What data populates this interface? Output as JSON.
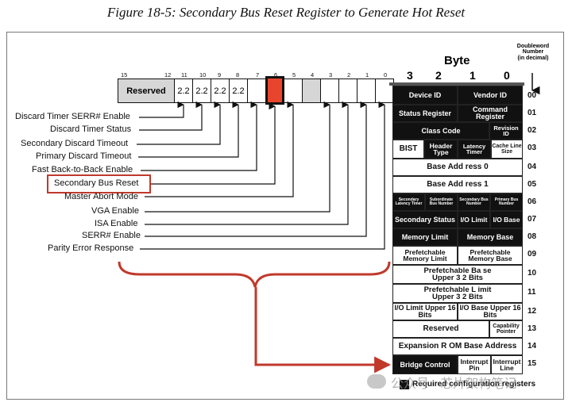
{
  "title": "Figure 18-5: Secondary Bus Reset Register to Generate Hot Reset",
  "register": {
    "bit_labels": [
      "15",
      "12",
      "11",
      "10",
      "9",
      "8",
      "7",
      "6",
      "5",
      "4",
      "3",
      "2",
      "1",
      "0"
    ],
    "reserved_label": "Reserved",
    "cells_22": [
      "2.2",
      "2.2",
      "2.2",
      "2.2"
    ]
  },
  "fields": [
    "Discard Timer SERR# Enable",
    "Discard Timer Status",
    "Secondary Discard Timeout",
    "Primary Discard Timeout",
    "Fast Back-to-Back Enable",
    "Secondary Bus Reset",
    "Master Abort Mode",
    "VGA Enable",
    "ISA Enable",
    "SERR# Enable",
    "Parity Error Response"
  ],
  "header": {
    "byte": "Byte",
    "byte_numbers": [
      "3",
      "2",
      "1",
      "0"
    ],
    "dw_title_1": "Doubleword",
    "dw_title_2": "Number",
    "dw_title_3": "(in decimal)"
  },
  "dw_numbers": [
    "00",
    "01",
    "02",
    "03",
    "04",
    "05",
    "06",
    "07",
    "08",
    "09",
    "10",
    "11",
    "12",
    "13",
    "14",
    "15"
  ],
  "cfg": {
    "device_id": "Device ID",
    "vendor_id": "Vendor ID",
    "status_reg": "Status Register",
    "command_reg": "Command Register",
    "class_code": "Class Code",
    "revision_id": "Revision ID",
    "bist": "BIST",
    "header_type": "Header Type",
    "latency_timer": "Latency Timer",
    "cache_line": "Cache Line Size",
    "bar0": "Base Add ress 0",
    "bar1": "Base Add ress 1",
    "sec_latency": "Secondary Latency Timer",
    "sub_bus": "Subordinate Bus Number",
    "sec_bus": "Secondary Bus Number",
    "pri_bus": "Primary Bus Number",
    "sec_status": "Secondary Status",
    "io_limit": "I/O Limit",
    "io_base": "I/O Base",
    "mem_limit": "Memory Limit",
    "mem_base": "Memory Base",
    "pf_mem_limit": "Prefetchable Memory Limit",
    "pf_mem_base": "Prefetchable Memory Base",
    "pf_base_upper": "Prefetchable Ba se Upper 3 2  Bits",
    "pf_limit_upper": "Prefetchable L imit Upper 3 2  Bits",
    "io_limit_upper": "I/O Limit Upper 16 Bits",
    "io_base_upper": "I/O Base Upper 16 Bits",
    "reserved": "Reserved",
    "cap_ptr": "Capability Pointer",
    "exp_rom": "Expansion R OM  Base  Address",
    "bridge_ctrl": "Bridge Control",
    "int_pin": "Interrupt Pin",
    "int_line": "Interrupt Line"
  },
  "legend": "Required configuration registers",
  "watermark": "公众号 · 芯片架构笔记",
  "colors": {
    "highlight_red": "#c0392b",
    "bit6_fill": "#e8452c",
    "reserved_gray": "#d6d6d6"
  }
}
